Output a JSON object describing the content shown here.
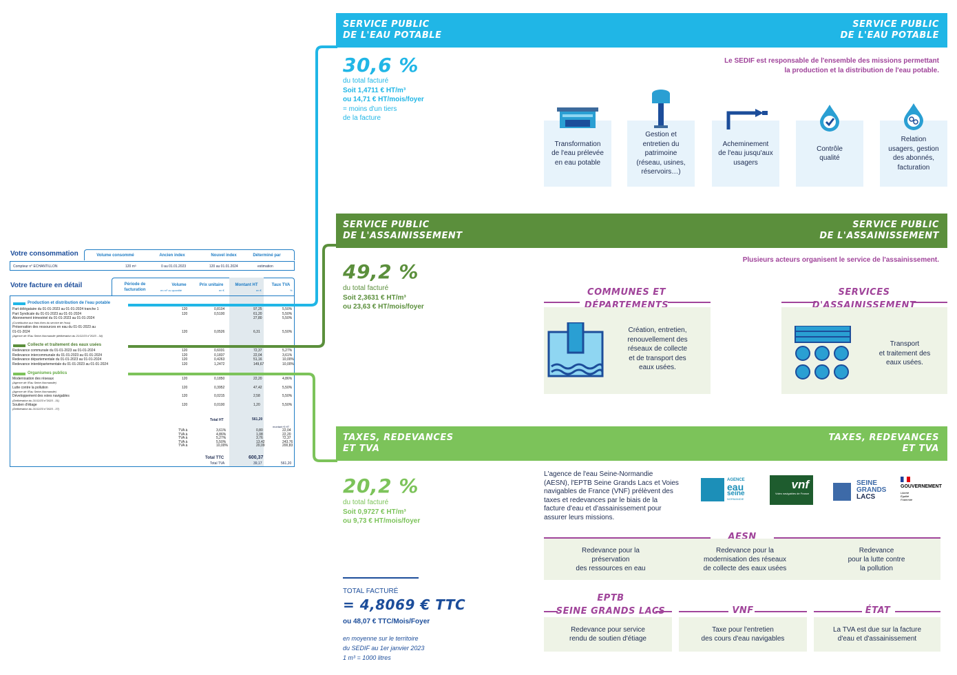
{
  "invoice": {
    "consumption_title": "Votre consommation",
    "consumption_headers": [
      "Volume consommé",
      "Ancien index",
      "Nouvel index",
      "Déterminé par"
    ],
    "meter": "Compteur n° ECHANTILLON",
    "meter_values": [
      "120 m³",
      "0 au 01.01.2023",
      "120 au 01.01.2024",
      "estimation"
    ],
    "detail_title": "Votre facture en détail",
    "detail_headers": {
      "period": "Période de facturation",
      "volume": "Volume",
      "volume_sub": "en m³ ou quantité",
      "unit_price": "Prix unitaire",
      "unit_price_sub": "en €",
      "amount": "Montant HT",
      "amount_sub": "en €",
      "vat": "Taux TVA",
      "vat_sub": "%"
    },
    "section1": "Production et distribution de l'eau potable",
    "section1_rows": [
      {
        "label": "Part délégataire du 01-01-2023 au 01-01-2024 tranche 1",
        "vol": "120",
        "price": "0,8104",
        "amount": "97,25",
        "vat": "5,50%"
      },
      {
        "label": "Part Syndicale du 01-01-2023 au 01-01-2024",
        "vol": "120",
        "price": "0,5100",
        "amount": "61,20",
        "vat": "5,50%"
      },
      {
        "label": "Abonnement trimestriel du 01-01-2023 au 01-01-2024",
        "vol": "",
        "price": "",
        "amount": "27,80",
        "vat": "5,50%"
      },
      {
        "label": "(Contribution aux frais fixes du service de l'eau)",
        "vol": "",
        "price": "",
        "amount": "",
        "vat": ""
      },
      {
        "label": "Préservation des ressources en eau du 01-01-2023 au",
        "vol": "",
        "price": "",
        "amount": "",
        "vat": ""
      },
      {
        "label": "01-01-2024",
        "vol": "120",
        "price": "0,0526",
        "amount": "6,31",
        "vat": "5,50%"
      },
      {
        "label": "(Agence de l'Eau Seine-Normandie (délibération du 21/12/23 n°2023 - 34)",
        "vol": "",
        "price": "",
        "amount": "",
        "vat": ""
      }
    ],
    "section2": "Collecte et traitement des eaux usées",
    "section2_rows": [
      {
        "label": "Redevance communale du 01-01-2023 au 01-01-2024",
        "vol": "120",
        "price": "0,6031",
        "amount": "72,37",
        "vat": "5,27%"
      },
      {
        "label": "Redevance intercommunale du 01-01-2023 au 01-01-2024",
        "vol": "120",
        "price": "0,1837",
        "amount": "22,04",
        "vat": "3,61%"
      },
      {
        "label": "Redevance départementale du 01-01-2023 au 01-01-2024",
        "vol": "120",
        "price": "0,4263",
        "amount": "51,16",
        "vat": "10,00%"
      },
      {
        "label": "Redevance interdépartementale du 01-01-2023 au 01-01-2024",
        "vol": "120",
        "price": "1,2472",
        "amount": "149,67",
        "vat": "10,00%"
      }
    ],
    "section3": "Organismes publics",
    "section3_rows": [
      {
        "label": "Modernisation des réseaux",
        "vol": "120",
        "price": "0,1850",
        "amount": "22,20",
        "vat": "4,86%"
      },
      {
        "label": "(Agence de l'Eau Seine-Normandie)",
        "vol": "",
        "price": "",
        "amount": "",
        "vat": ""
      },
      {
        "label": "Lutte contre la pollution",
        "vol": "120",
        "price": "0,3952",
        "amount": "47,42",
        "vat": "5,50%"
      },
      {
        "label": "(Agence de l'Eau Seine-Normandie)",
        "vol": "",
        "price": "",
        "amount": "",
        "vat": ""
      },
      {
        "label": "Développement des voies navigables",
        "vol": "120",
        "price": "0,0215",
        "amount": "2,58",
        "vat": "5,50%"
      },
      {
        "label": "(Délibération du 21/12/23 n°2023 - 31)",
        "vol": "",
        "price": "",
        "amount": "",
        "vat": ""
      },
      {
        "label": "Soutien d'étiage",
        "vol": "120",
        "price": "0,0100",
        "amount": "1,20",
        "vat": "5,50%"
      },
      {
        "label": "(Délibération du 21/12/23 n°2023 - 37)",
        "vol": "",
        "price": "",
        "amount": "",
        "vat": ""
      }
    ],
    "total_ht_label": "Total HT",
    "total_ht": "561,20",
    "vat_header": "montant € HT",
    "vat_rows": [
      {
        "label": "TVA à",
        "rate": "3,61%",
        "tva": "0,80",
        "base": "22,04"
      },
      {
        "label": "TVA à",
        "rate": "4,86%",
        "tva": "1,08",
        "base": "22,20"
      },
      {
        "label": "TVA à",
        "rate": "5,27%",
        "tva": "3,76",
        "base": "72,37"
      },
      {
        "label": "TVA à",
        "rate": "5,50%",
        "tva": "13,42",
        "base": "243,76"
      },
      {
        "label": "TVA à",
        "rate": "10,00%",
        "tva": "20,09",
        "base": "200,83"
      }
    ],
    "total_ttc_label": "Total TTC",
    "total_ttc": "600,37",
    "total_tva_label": "Total TVA",
    "total_tva": "39,17",
    "total_tva_base": "561,20"
  },
  "water": {
    "banner_left": "SERVICE PUBLIC\nDE L'EAU POTABLE",
    "banner_right": "SERVICE PUBLIC\nDE L'EAU POTABLE",
    "pct": "30,6 %",
    "lines": [
      "du total facturé",
      "Soit 1,4711 € HT/m³",
      "ou 14,71 € HT/mois/foyer",
      "= moins d'un tiers",
      "de la facture"
    ],
    "caption": "Le SEDIF est responsable de l'ensemble des missions permettant\nla production et la distribution de l'eau potable.",
    "cards": [
      {
        "icon": "treatment-basin-icon",
        "text": "Transformation\nde l'eau prélevée\nen eau potable"
      },
      {
        "icon": "water-tower-icon",
        "text": "Gestion et\nentretien du\npatrimoine\n(réseau, usines,\nréservoirs…)"
      },
      {
        "icon": "pipe-arrow-icon",
        "text": "Acheminement\nde l'eau jusqu'aux\nusagers"
      },
      {
        "icon": "quality-check-icon",
        "text": "Contrôle\nqualité"
      },
      {
        "icon": "user-relation-icon",
        "text": "Relation\nusagers, gestion\ndes abonnés,\nfacturation"
      }
    ]
  },
  "sanitation": {
    "banner_left": "SERVICE PUBLIC\nDE L'ASSAINISSEMENT",
    "banner_right": "SERVICE PUBLIC\nDE L'ASSAINISSEMENT",
    "pct": "49,2 %",
    "lines": [
      "du total facturé",
      "Soit 2,3631 € HT/m³",
      "ou 23,63 € HT/mois/foyer"
    ],
    "caption": "Plusieurs acteurs organisent le service de l'assainissement.",
    "actor1_title": "COMMUNES ET\nDÉPARTEMENTS",
    "actor1_text": "Création, entretien,\nrenouvellement des\nréseaux de collecte\net de transport des\neaux usées.",
    "actor2_title": "SERVICES\nD'ASSAINISSEMENT",
    "actor2_text": "Transport\net traitement des\neaux usées."
  },
  "taxes": {
    "banner_left": "TAXES, REDEVANCES\nET TVA",
    "banner_right": "TAXES, REDEVANCES\nET TVA",
    "pct": "20,2 %",
    "lines": [
      "du total facturé",
      "Soit 0,9727 € HT/m³",
      "ou 9,73 € HT/mois/foyer"
    ],
    "intro": "L'agence de l'eau Seine-Normandie\n(AESN), l'EPTB Seine Grands Lacs et Voies\nnavigables de France (VNF) prélèvent des\ntaxes et redevances par le biais de la\nfacture d'eau et d'assainissement pour\nassurer leurs missions.",
    "logos": {
      "aesn_top": "AGENCE",
      "aesn_mid": "eau",
      "aesn_bottom": "seine",
      "aesn_sub": "NORMANDIE",
      "vnf": "vnf",
      "vnf_sub": "Voies navigables de France",
      "sgl_1": "SEINE",
      "sgl_2": "GRANDS",
      "sgl_3": "LACS",
      "gouv": "GOUVERNEMENT",
      "gouv_motto": "Liberté\nÉgalité\nFraternité"
    },
    "aesn_title": "AESN",
    "aesn_cards": [
      "Redevance pour la\npréservation\ndes ressources en eau",
      "Redevance pour la\nmodernisation des réseaux\nde collecte des eaux usées",
      "Redevance\npour la lutte contre\nla pollution"
    ],
    "eptb_title": "EPTB\nSEINE GRANDS LACS",
    "eptb_card": "Redevance pour service\nrendu de soutien d'étiage",
    "vnf_title": "VNF",
    "vnf_card": "Taxe pour l'entretien\ndes cours d'eau navigables",
    "etat_title": "ÉTAT",
    "etat_card": "La TVA est due sur la facture\nd'eau et d'assainissement"
  },
  "total": {
    "label": "TOTAL FACTURÉ",
    "value": "= 4,8069 € TTC",
    "monthly": "ou 48,07 € TTC/Mois/Foyer",
    "note": "en moyenne sur le territoire\ndu SEDIF au 1er janvier 2023\n1 m³ = 1000 litres"
  },
  "colors": {
    "blue": "#20b6e6",
    "dark_green": "#5b8f3c",
    "light_green": "#7cc35a",
    "purple": "#a0449a",
    "navy": "#1c4d9a"
  }
}
